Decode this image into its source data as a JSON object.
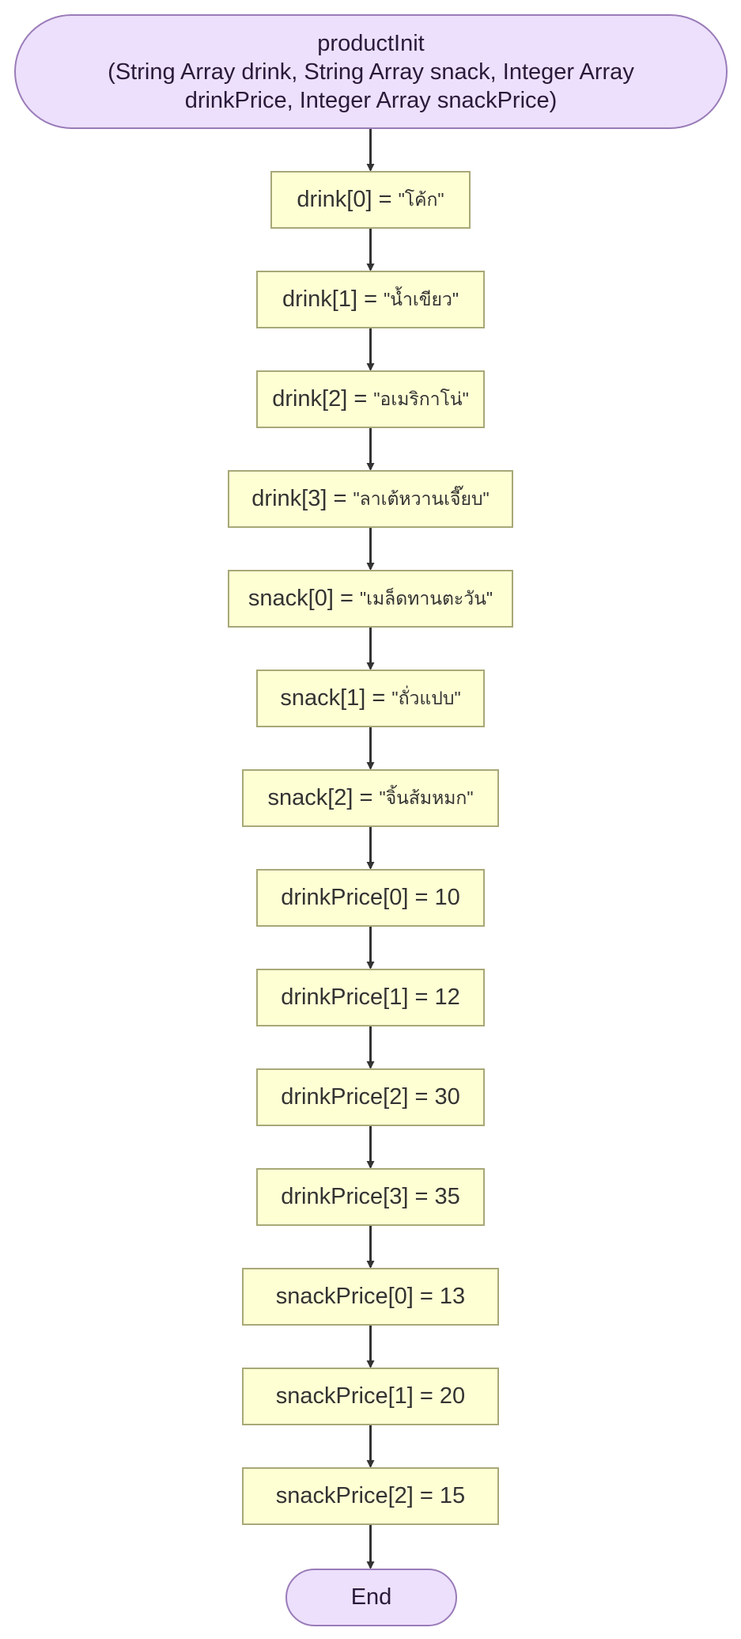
{
  "start": {
    "name": "productInit",
    "params_line1": "(String Array drink, String Array snack, Integer Array",
    "params_line2": "drinkPrice, Integer Array snackPrice)"
  },
  "steps": [
    {
      "lhs": "drink[0] = ",
      "value": "\"โค้ก\""
    },
    {
      "lhs": "drink[1] = ",
      "value": "\"น้ำเขียว\""
    },
    {
      "lhs": "drink[2] = ",
      "value": "\"อเมริกาโน่\""
    },
    {
      "lhs": "drink[3] = ",
      "value": "\"ลาเต้หวานเจี๊ยบ\""
    },
    {
      "lhs": "snack[0] = ",
      "value": "\"เมล็ดทานตะวัน\""
    },
    {
      "lhs": "snack[1] = ",
      "value": "\"ถั่วแปบ\""
    },
    {
      "lhs": "snack[2] = ",
      "value": "\"จิ้นส้มหมก\""
    },
    {
      "lhs": "drinkPrice[0] = ",
      "value": "10"
    },
    {
      "lhs": "drinkPrice[1] = ",
      "value": "12"
    },
    {
      "lhs": "drinkPrice[2] = ",
      "value": "30"
    },
    {
      "lhs": "drinkPrice[3] = ",
      "value": "35"
    },
    {
      "lhs": "snackPrice[0] = ",
      "value": "13"
    },
    {
      "lhs": "snackPrice[1] = ",
      "value": "20"
    },
    {
      "lhs": "snackPrice[2] = ",
      "value": "15"
    }
  ],
  "end": {
    "label": "End"
  },
  "colors": {
    "terminal_fill": "#ece0fc",
    "terminal_border": "#9a7bb8",
    "process_fill": "#ffffd4",
    "process_border": "#a8a878",
    "arrow": "#333333"
  }
}
